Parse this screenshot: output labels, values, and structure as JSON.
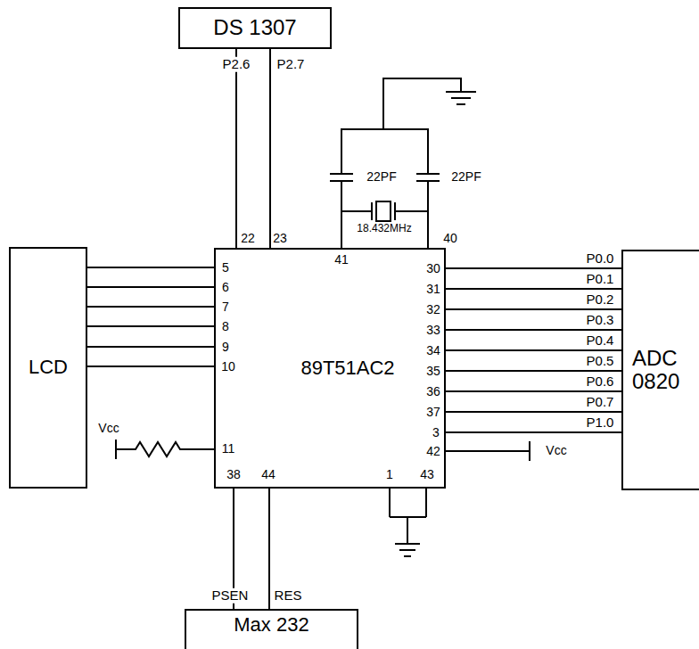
{
  "diagram": {
    "nodes": [
      {
        "text": [
          "DS 1307"
        ]
      },
      {
        "text": [
          "LCD"
        ]
      },
      {
        "text": [
          "89T51AC2"
        ]
      },
      {
        "text": [
          "ADC 0820"
        ]
      },
      {
        "text": [
          "Max 232"
        ]
      }
    ],
    "edges": [
      {
        "from": 0,
        "to": 2,
        "label": "P2.6",
        "arrow": "none"
      },
      {
        "from": 0,
        "to": 2,
        "label": "P2.7",
        "arrow": "none"
      },
      {
        "from": 1,
        "to": 2,
        "arrow": "none"
      },
      {
        "from": 1,
        "to": 2,
        "arrow": "none"
      },
      {
        "from": 1,
        "to": 2,
        "arrow": "none"
      },
      {
        "from": 1,
        "to": 2,
        "arrow": "none"
      },
      {
        "from": 1,
        "to": 2,
        "arrow": "none"
      },
      {
        "from": 1,
        "to": 2,
        "arrow": "none"
      },
      {
        "from": 2,
        "to": 3,
        "label": "P0.0",
        "arrow": "none"
      },
      {
        "from": 2,
        "to": 3,
        "label": "P0.1",
        "arrow": "none"
      },
      {
        "from": 2,
        "to": 3,
        "label": "P0.2",
        "arrow": "none"
      },
      {
        "from": 2,
        "to": 3,
        "label": "P0.3",
        "arrow": "none"
      },
      {
        "from": 2,
        "to": 3,
        "label": "P0.4",
        "arrow": "none"
      },
      {
        "from": 2,
        "to": 3,
        "label": "P0.5",
        "arrow": "none"
      },
      {
        "from": 2,
        "to": 3,
        "label": "P0.6",
        "arrow": "none"
      },
      {
        "from": 2,
        "to": 3,
        "label": "P0.7",
        "arrow": "none"
      },
      {
        "from": 2,
        "to": 3,
        "label": "P1.0",
        "arrow": "none"
      },
      {
        "from": 2,
        "to": 4,
        "label": "PSEN",
        "arrow": "none"
      },
      {
        "from": 2,
        "to": 4,
        "label": "RES",
        "arrow": "none"
      }
    ],
    "labels": [
      "22PF",
      "22PF",
      "18.432MHz",
      "22",
      "23",
      "41",
      "40",
      "5",
      "6",
      "7",
      "8",
      "9",
      "10",
      "11",
      "30",
      "31",
      "32",
      "33",
      "34",
      "35",
      "36",
      "37",
      "3",
      "42",
      "38",
      "44",
      "1",
      "43",
      "Vcc",
      "Vcc"
    ]
  }
}
